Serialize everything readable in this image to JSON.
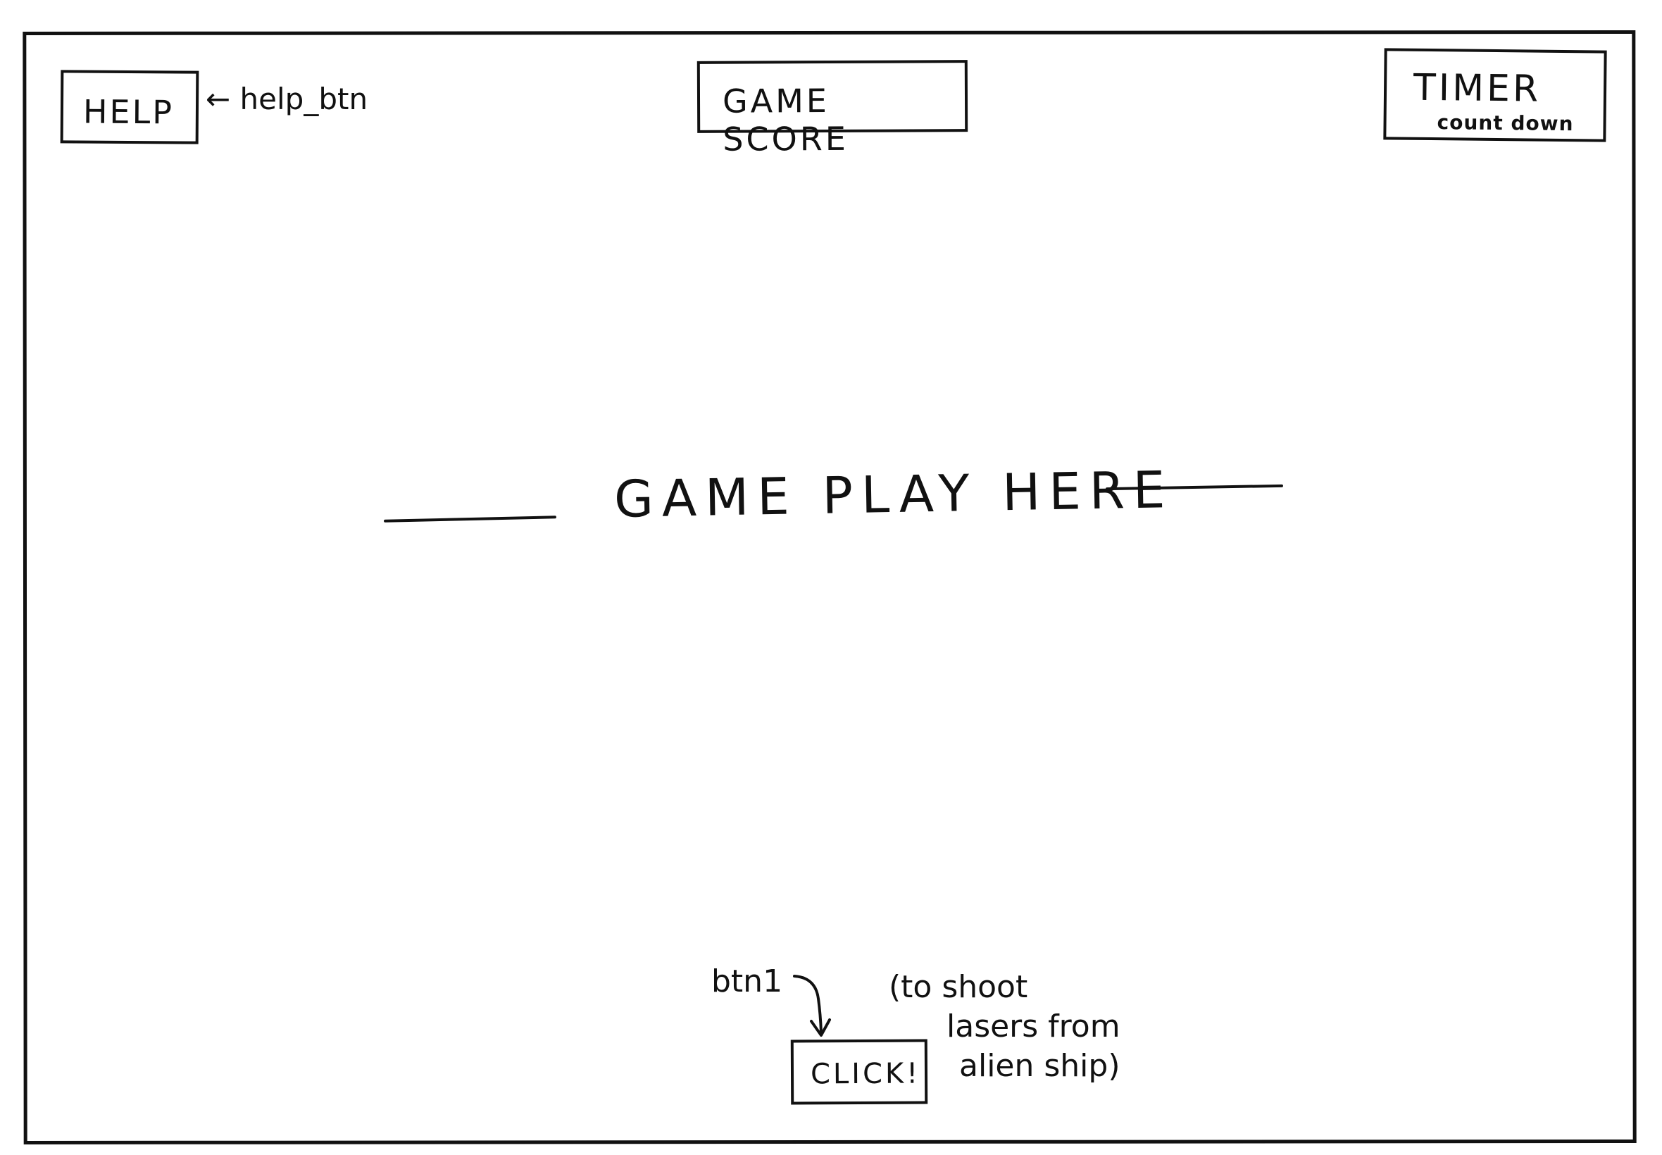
{
  "header": {
    "help_button_label": "HELP",
    "help_annotation": "← help_btn",
    "score_label": "GAME SCORE",
    "timer_label": "TIMER",
    "timer_sublabel": "count down"
  },
  "main": {
    "gameplay_label": "GAME PLAY HERE"
  },
  "footer": {
    "button_annotation": "btn1",
    "click_button_label": "CLICK!",
    "click_note": {
      "line1": "(to shoot",
      "line2": "lasers from",
      "line3": "alien ship)"
    }
  },
  "icons": {
    "help_arrow": "left-arrow-icon",
    "btn1_arrow": "curved-down-arrow-icon"
  },
  "colors": {
    "ink": "#111111",
    "paper": "#ffffff"
  }
}
